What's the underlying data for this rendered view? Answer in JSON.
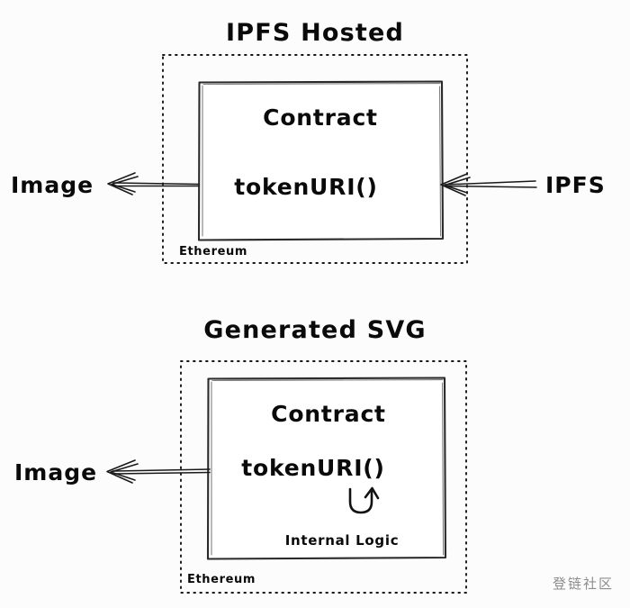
{
  "diagram": {
    "background_color": "#fcfcfc",
    "ink_color": "#1a1a1a",
    "watermark": "登链社区",
    "sections": [
      {
        "id": "ipfs-hosted",
        "title": "IPFS Hosted",
        "region_label": "Ethereum",
        "node": {
          "title": "Contract",
          "method": "tokenURI()"
        },
        "left_label": "Image",
        "right_label": "IPFS",
        "edges": [
          {
            "from": "Contract",
            "to": "Image",
            "direction": "left",
            "label": ""
          },
          {
            "from": "IPFS",
            "to": "Contract",
            "direction": "left",
            "label": ""
          }
        ]
      },
      {
        "id": "generated-svg",
        "title": "Generated SVG",
        "region_label": "Ethereum",
        "node": {
          "title": "Contract",
          "method": "tokenURI()",
          "internal_label": "Internal Logic",
          "loop_icon": "self-loop-arrow-icon"
        },
        "left_label": "Image",
        "right_label": "",
        "edges": [
          {
            "from": "Contract",
            "to": "Image",
            "direction": "left",
            "label": ""
          }
        ]
      }
    ]
  }
}
